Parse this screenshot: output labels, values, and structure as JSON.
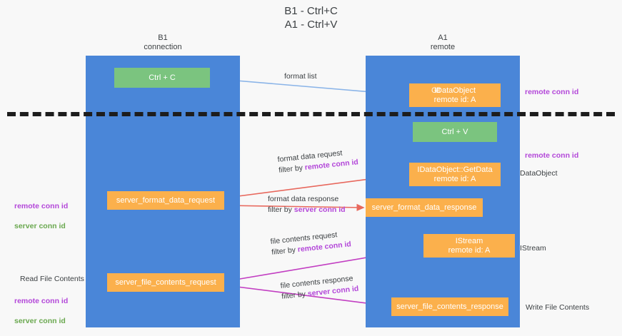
{
  "title": "B1 - Ctrl+C\nA1 - Ctrl+V",
  "columns": {
    "left": {
      "header": "B1\nconnection"
    },
    "right": {
      "header": "A1\nremote"
    }
  },
  "boxes": {
    "ctrl_c": "Ctrl + C",
    "ctrl_v": "Ctrl + V",
    "idataobject_top": {
      "line1": "IDataObject",
      "line1_ghost": "Get",
      "line2": "remote id: A"
    },
    "getdata": {
      "line1": "IDataObject::GetData",
      "line2": "remote id: A"
    },
    "istream": {
      "line1": "IStream",
      "line2": "remote id: A"
    },
    "server_format_data_request": "server_format_data_request",
    "server_format_data_response": "server_format_data_response",
    "server_file_contents_request": "server_file_contents_request",
    "server_file_contents_response": "server_file_contents_response"
  },
  "edges": {
    "format_list": "format list",
    "format_data_request": {
      "line1": "format data request",
      "filter_prefix": "filter by ",
      "filter_value": "remote conn id"
    },
    "format_data_response": {
      "line1": "format data response",
      "filter_prefix": "filter by ",
      "filter_value": "server conn id"
    },
    "file_contents_request": {
      "line1": "file contents request",
      "filter_prefix": "filter by ",
      "filter_value": "remote conn id"
    },
    "file_contents_response": {
      "line1": "file contents response",
      "filter_prefix": "filter by ",
      "filter_value": "server conn id"
    }
  },
  "notes": {
    "right_remote_conn_id_top": "remote conn id",
    "right_remote_conn_id_mid": "remote conn id",
    "right_dataobject": "DataObject",
    "right_istream": "IStream",
    "right_write_file_contents": "Write File Contents",
    "left_remote_conn_id": "remote conn id",
    "left_server_conn_id": "server conn id",
    "left_read_file_contents": "Read File Contents",
    "left_remote_conn_id_2": "remote conn id",
    "left_server_conn_id_2": "server conn id"
  },
  "colors": {
    "lane": "#4a86d8",
    "green_box": "#7bc47f",
    "orange_box": "#fbb04c",
    "purple": "#b347d9",
    "green_text": "#6aa84f",
    "arrow_blue": "#8ab4e8",
    "arrow_red": "#e8685d",
    "arrow_magenta": "#c23ec2",
    "arrow_black": "#1d1d1d",
    "background": "#f8f8f8"
  }
}
